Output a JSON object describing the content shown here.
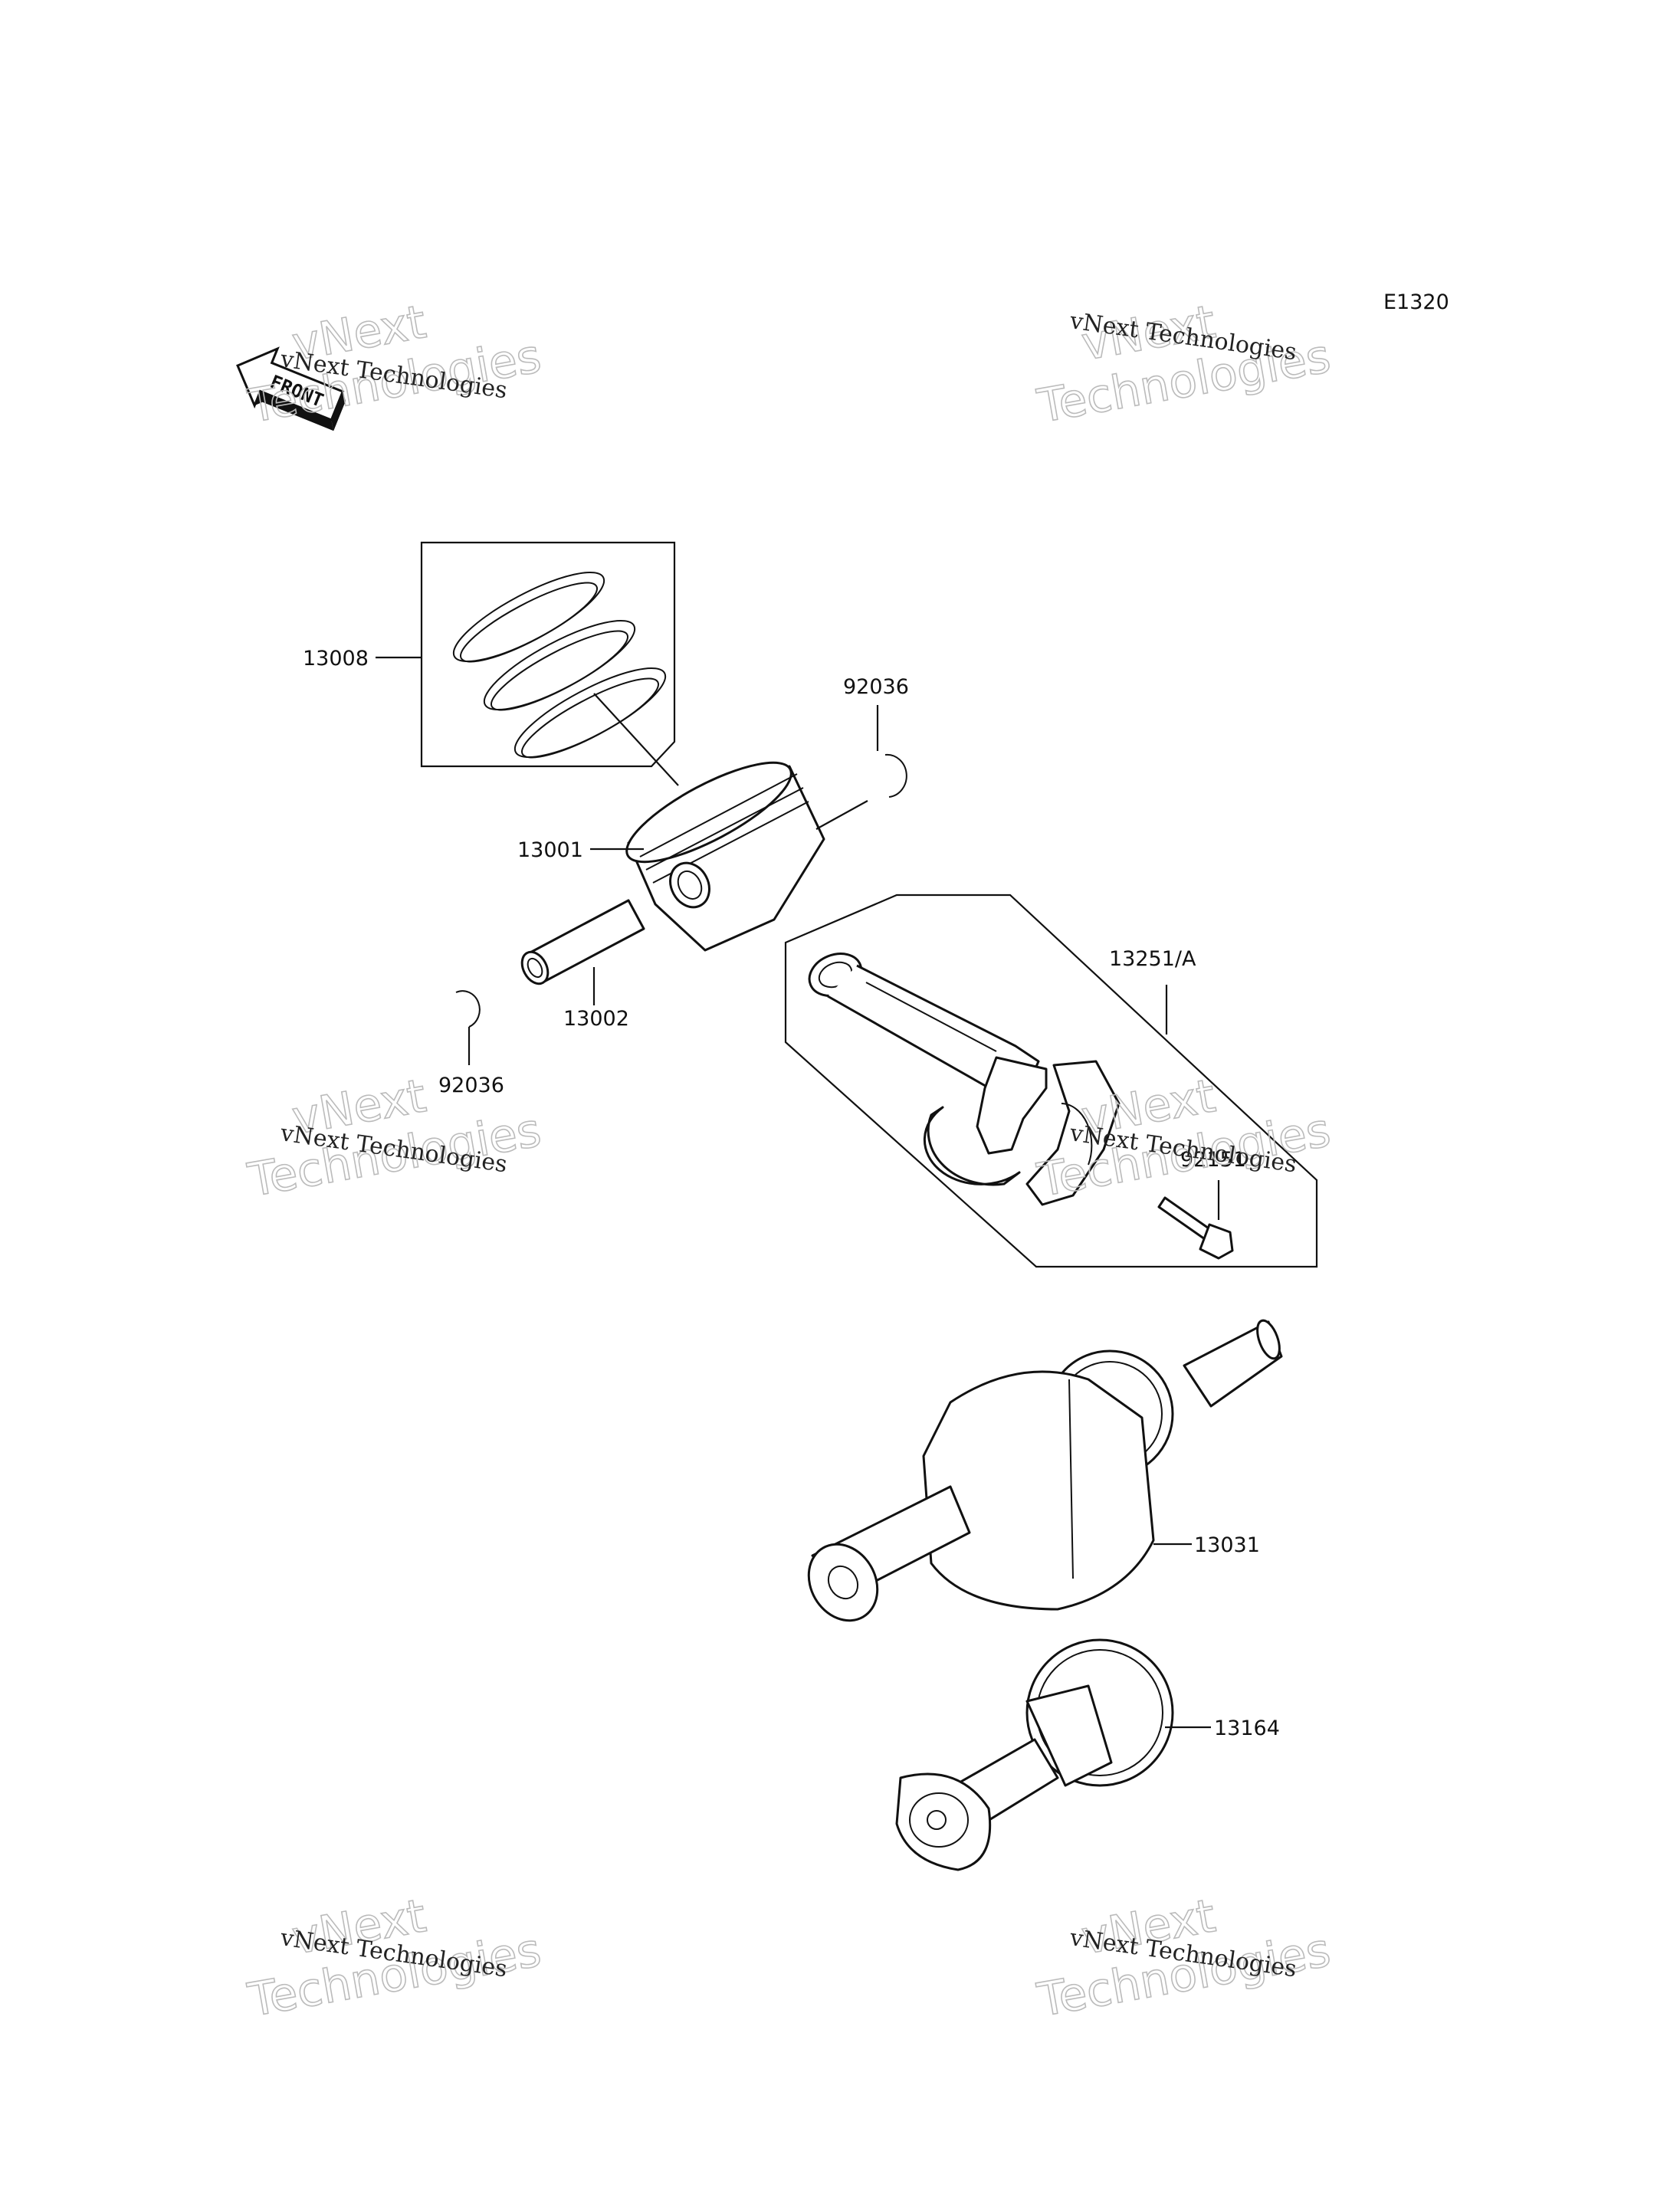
{
  "diagram": {
    "code": "E1320",
    "front_label": "FRONT",
    "callouts": {
      "piston_ring_set": "13008",
      "piston": "13001",
      "piston_pin": "13002",
      "circlip_right": "92036",
      "circlip_left": "92036",
      "connecting_rod": "13251/A",
      "rod_bolt": "92151",
      "crankshaft": "13031",
      "balancer": "13164"
    },
    "watermark": {
      "brand_top": "vNext",
      "brand_bottom": "Technologies",
      "caption": "vNext Technologies"
    }
  }
}
